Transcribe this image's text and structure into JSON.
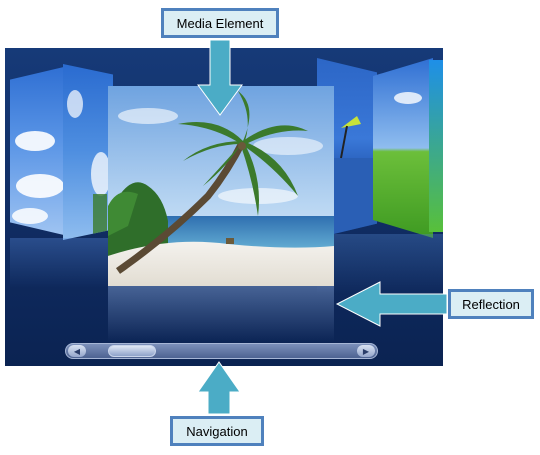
{
  "callouts": {
    "media_element": "Media Element",
    "reflection": "Reflection",
    "navigation": "Navigation"
  },
  "colors": {
    "callout_fill": "#dbeef4",
    "callout_border": "#4f81bd",
    "arrow": "#4bacc6",
    "stage": "#123270"
  },
  "navigation": {
    "left_arrow_icon": "◀",
    "right_arrow_icon": "▶"
  }
}
